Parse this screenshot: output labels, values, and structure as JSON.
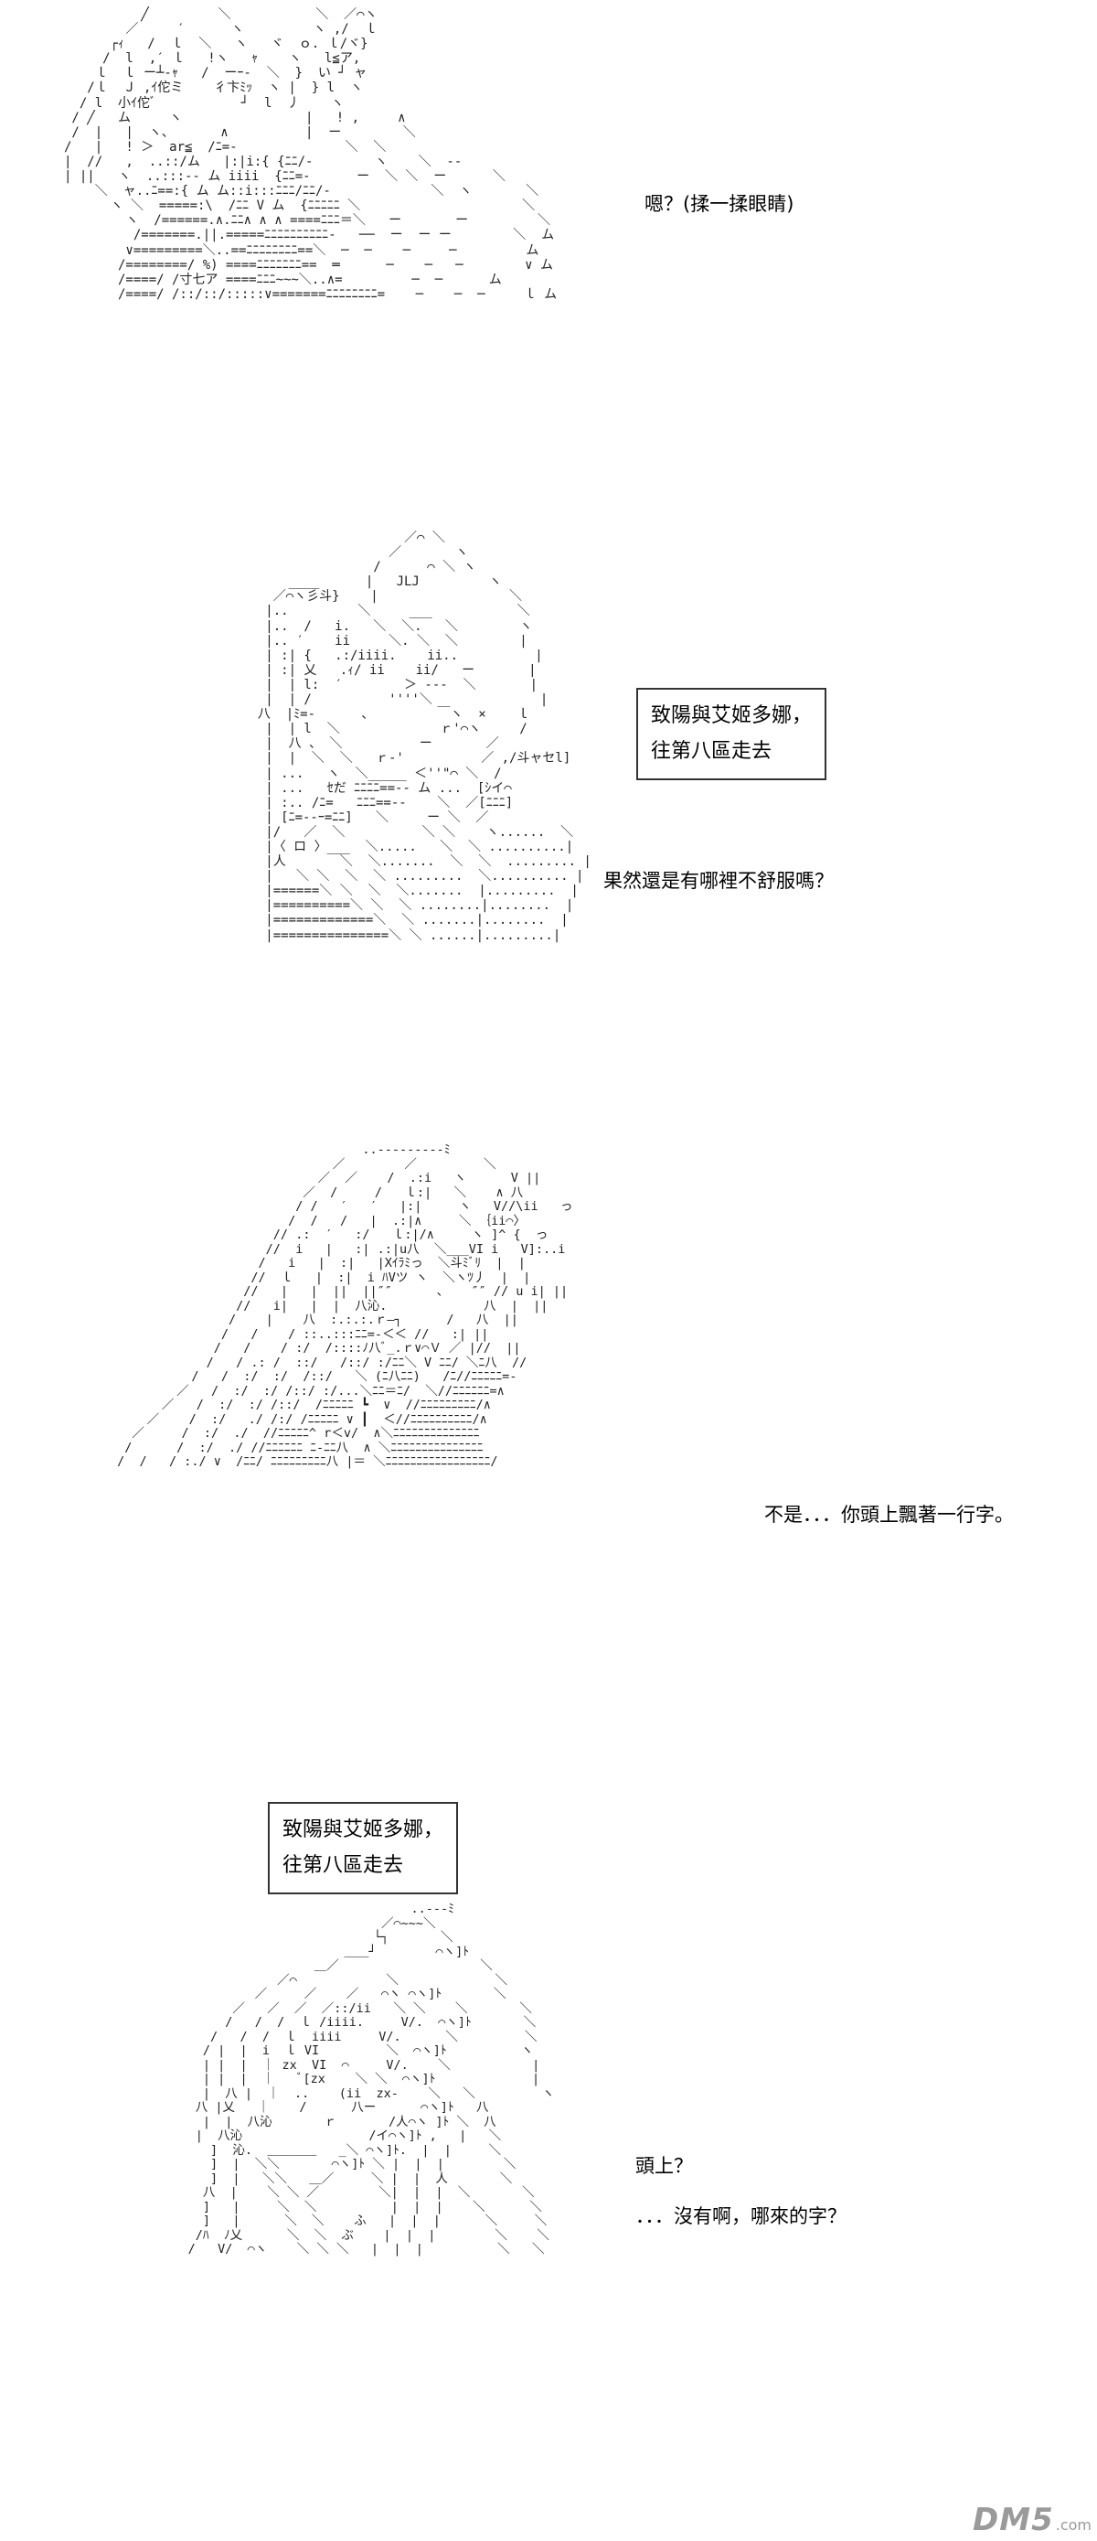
{
  "panels": [
    {
      "id": "panel-1",
      "dialogue": [
        "嗯？(揉一揉眼睛)"
      ]
    },
    {
      "id": "panel-2",
      "notice_lines": [
        "致陽與艾姬多娜，",
        "往第八區走去"
      ],
      "dialogue": [
        "果然還是有哪裡不舒服嗎？"
      ]
    },
    {
      "id": "panel-3",
      "dialogue": [
        "不是．．．你頭上飄著一行字。"
      ]
    },
    {
      "id": "panel-4",
      "notice_lines": [
        "致陽與艾姬多娜，",
        "往第八區走去"
      ],
      "dialogue": [
        "頭上？",
        "．．．沒有啊，哪來的字？"
      ]
    }
  ],
  "watermark": {
    "brand": "DM5",
    "suffix": ".com"
  }
}
